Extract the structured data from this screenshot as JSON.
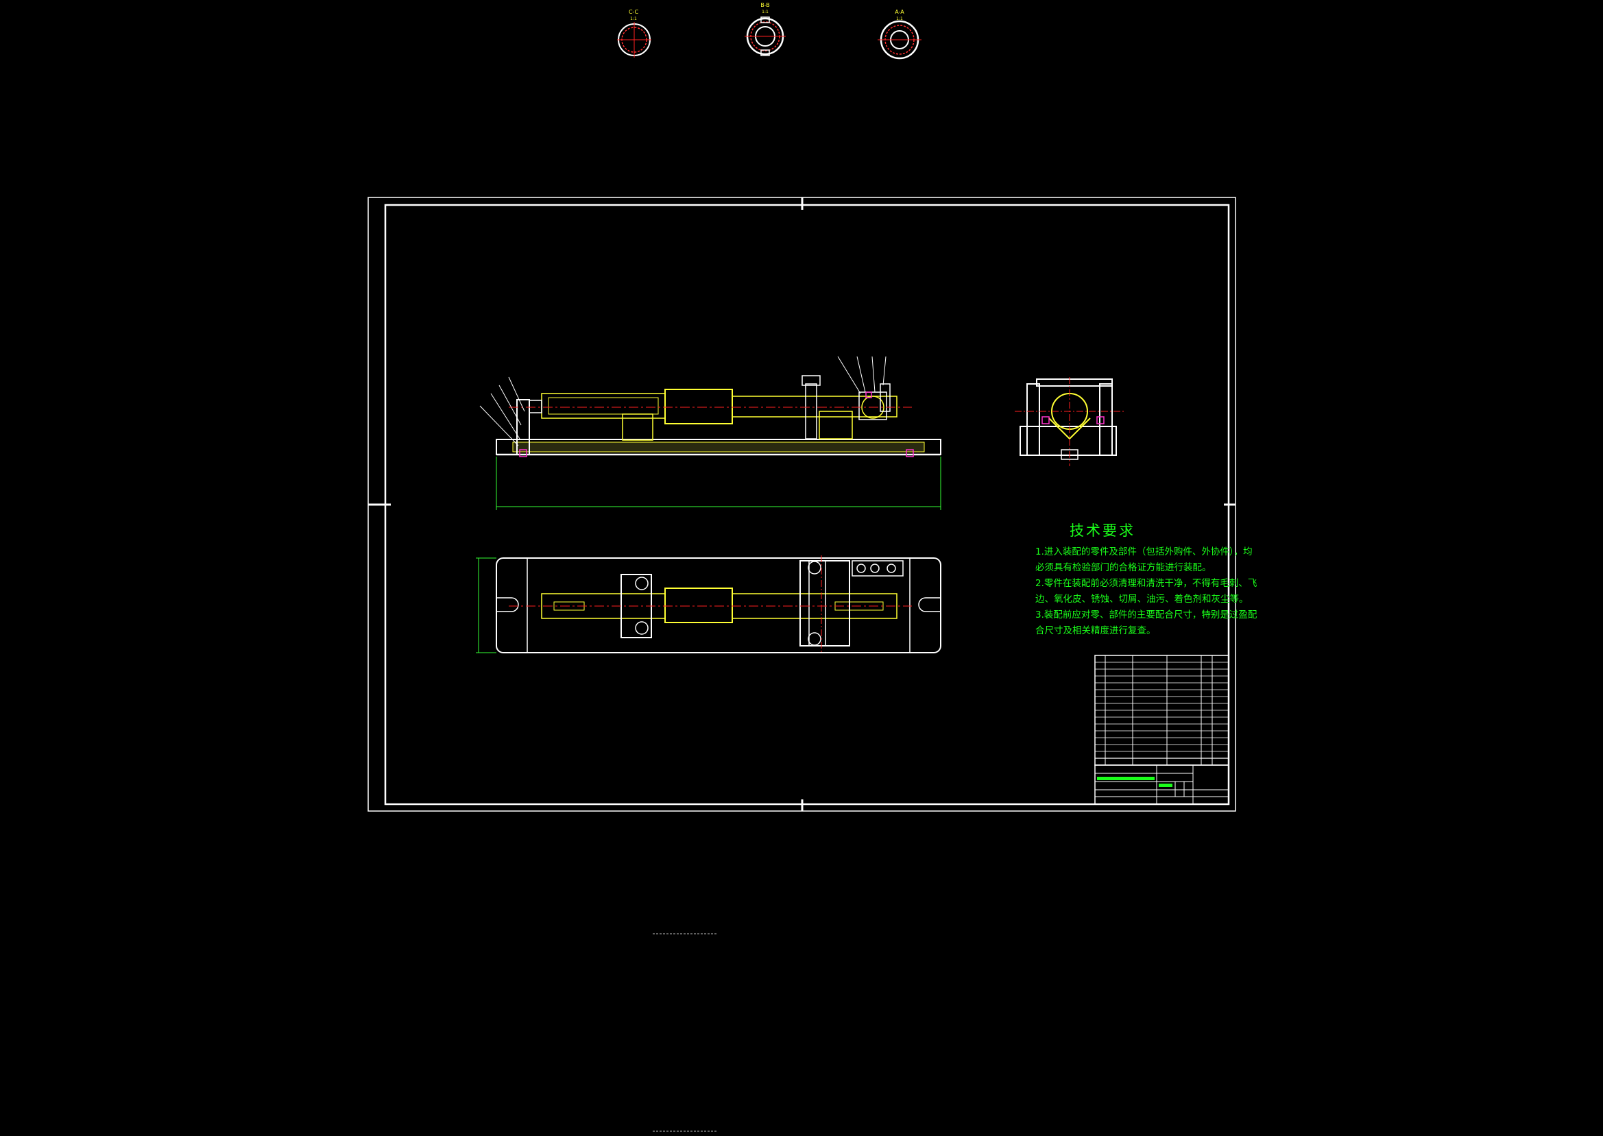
{
  "views": {
    "section_c": {
      "label": "C-C",
      "scale": "1:1"
    },
    "section_b": {
      "label": "B-B",
      "scale": "1:1"
    },
    "section_a": {
      "label": "A-A",
      "scale": "1:1"
    }
  },
  "technical_requirements": {
    "title": "技术要求",
    "lines": [
      "1.进入装配的零件及部件（包括外购件、外协件），均",
      "必须具有检验部门的合格证方能进行装配。",
      "2.零件在装配前必须清理和清洗干净，不得有毛刺、飞",
      "边、氧化皮、锈蚀、切屑、油污、着色剂和灰尘等。",
      "3.装配前应对零、部件的主要配合尺寸，特别是过盈配",
      "合尺寸及相关精度进行复查。"
    ]
  },
  "colors": {
    "background": "#000000",
    "outline": "#ffffff",
    "part_fill": "#ffff33",
    "centerline": "#ff2020",
    "dimension": "#33ff33",
    "text": "#1aff1a",
    "accent": "#ff33cc"
  }
}
